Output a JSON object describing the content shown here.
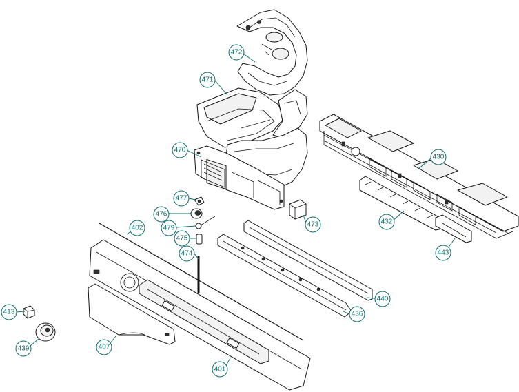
{
  "diagram": {
    "callouts": [
      {
        "id": "p472",
        "label": "472"
      },
      {
        "id": "p471",
        "label": "471"
      },
      {
        "id": "p470",
        "label": "470"
      },
      {
        "id": "p430",
        "label": "430"
      },
      {
        "id": "p477",
        "label": "477"
      },
      {
        "id": "p476",
        "label": "476"
      },
      {
        "id": "p479",
        "label": "479"
      },
      {
        "id": "p475",
        "label": "475"
      },
      {
        "id": "p474",
        "label": "474"
      },
      {
        "id": "p402",
        "label": "402"
      },
      {
        "id": "p473",
        "label": "473"
      },
      {
        "id": "p432",
        "label": "432"
      },
      {
        "id": "p443",
        "label": "443"
      },
      {
        "id": "p440",
        "label": "440"
      },
      {
        "id": "p436",
        "label": "436"
      },
      {
        "id": "p413",
        "label": "413"
      },
      {
        "id": "p439",
        "label": "439"
      },
      {
        "id": "p407",
        "label": "407"
      },
      {
        "id": "p401",
        "label": "401"
      }
    ],
    "colors": {
      "callout": "#0f6b6b",
      "line": "#111111",
      "background": "#ffffff"
    }
  }
}
